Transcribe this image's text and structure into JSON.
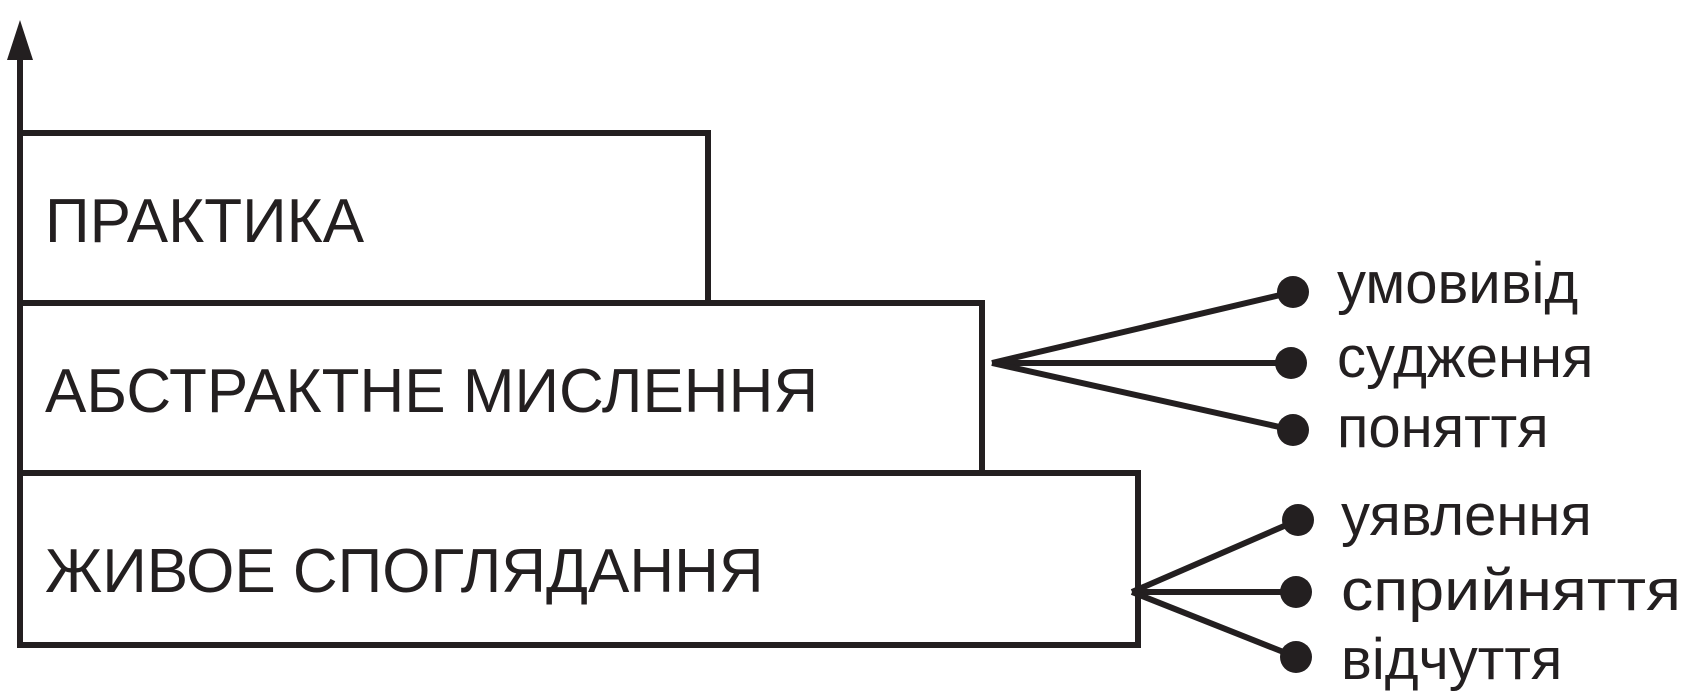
{
  "colors": {
    "stroke": "#231f20",
    "background": "#ffffff"
  },
  "levels": [
    {
      "label": "ПРАКТИКА",
      "items": []
    },
    {
      "label": "АБСТРАКТНЕ МИСЛЕННЯ",
      "items": [
        "умовивід",
        "судження",
        "поняття"
      ]
    },
    {
      "label": "ЖИВОЕ СПОГЛЯДАННЯ",
      "items": [
        "уявлення",
        "сприйняття",
        "відчуття"
      ]
    }
  ]
}
